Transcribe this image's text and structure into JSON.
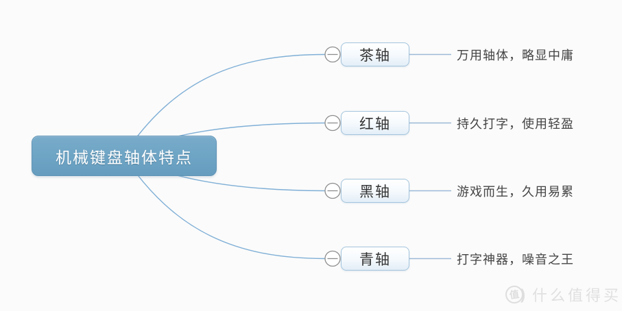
{
  "diagram": {
    "type": "mindmap",
    "background": "#fbfbfb",
    "accent_colors": {
      "root_fill": "#6fa5c5",
      "branch_border": "#a3c4dd",
      "curve": "#7fafd6",
      "collapse_icon": "#8c8c8c"
    },
    "root": {
      "label": "机械键盘轴体特点"
    },
    "branches": [
      {
        "label": "茶轴",
        "description": "万用轴体，略显中庸"
      },
      {
        "label": "红轴",
        "description": "持久打字，使用轻盈"
      },
      {
        "label": "黑轴",
        "description": "游戏而生，久用易累"
      },
      {
        "label": "青轴",
        "description": "打字神器，噪音之王"
      }
    ],
    "collapse_icon": "minus-in-circle"
  },
  "watermark": {
    "logo_char": "值",
    "paren": ")",
    "text": "什么值得买"
  }
}
